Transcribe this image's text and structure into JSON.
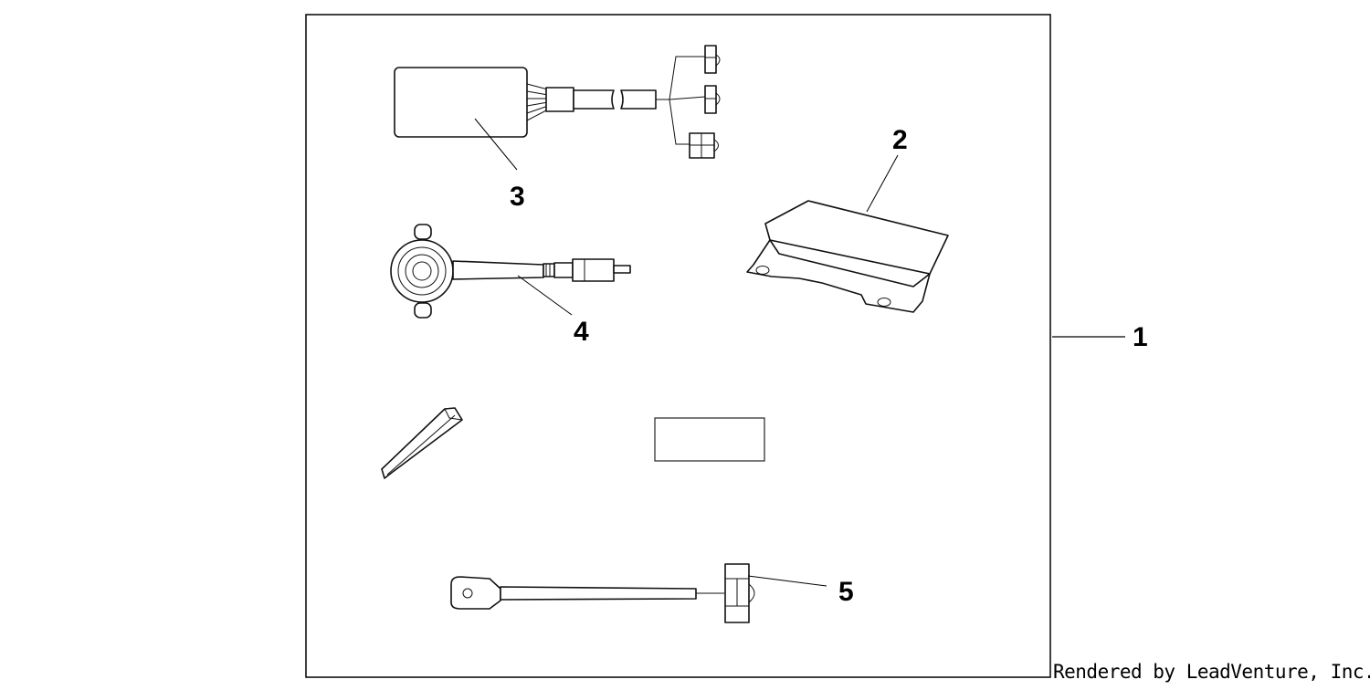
{
  "callouts": {
    "c1": "1",
    "c2": "2",
    "c3": "3",
    "c4": "4",
    "c5": "5"
  },
  "credit": "Rendered by LeadVenture, Inc."
}
